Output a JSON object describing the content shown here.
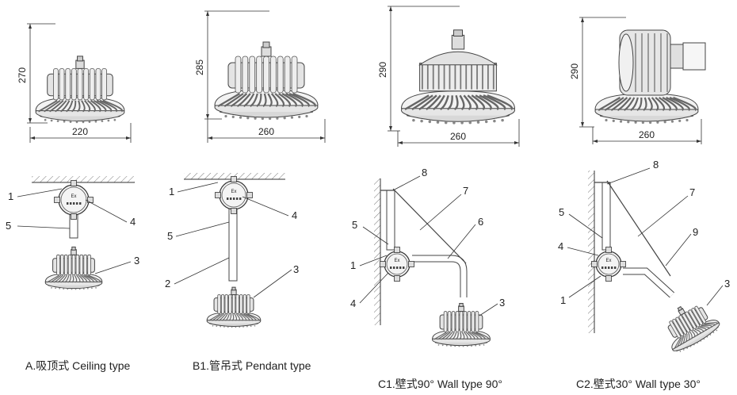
{
  "dimensions": {
    "a_height": "270",
    "a_width": "220",
    "b_height": "285",
    "b_width": "260",
    "c1_height": "290",
    "c1_width": "260",
    "c2_height": "290",
    "c2_width": "260"
  },
  "callouts": {
    "a": [
      "1",
      "5",
      "4",
      "3"
    ],
    "b": [
      "1",
      "4",
      "5",
      "2",
      "3"
    ],
    "c1": [
      "8",
      "7",
      "6",
      "5",
      "1",
      "4",
      "3"
    ],
    "c2": [
      "8",
      "7",
      "5",
      "9",
      "4",
      "1",
      "3"
    ]
  },
  "junction_box_mark": "Ex",
  "captions": {
    "a": "A.吸顶式  Ceiling type",
    "b": "B1.管吊式  Pendant type",
    "c1": "C1.壁式90°    Wall type 90°",
    "c2": "C2.壁式30°    Wall type 30°"
  }
}
